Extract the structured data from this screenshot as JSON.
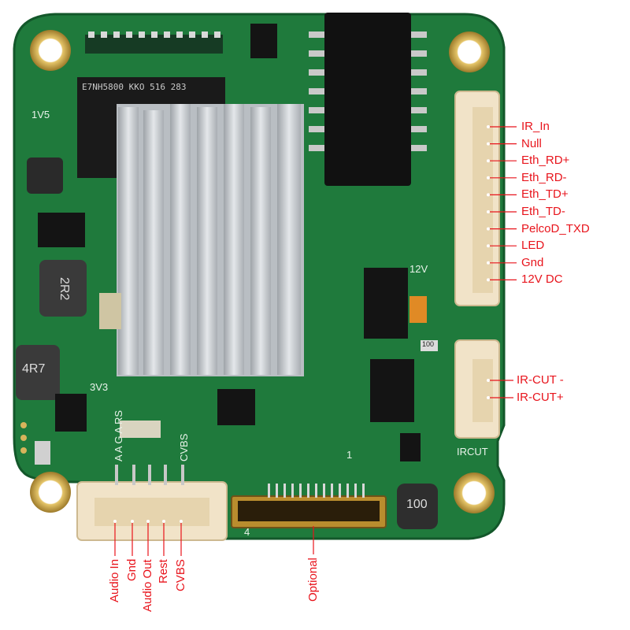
{
  "board": {
    "silkscreen": {
      "v1v5": "1V5",
      "v3v3": "3V3",
      "v12": "12V",
      "cvbs": "CVBS",
      "ircut": "IRCUT",
      "audio_pins": "A A G A RS",
      "pin_one": "1",
      "pin_four": "4"
    },
    "components": {
      "inductor_2r2": "2R2",
      "inductor_4r7": "4R7",
      "inductor_100": "100",
      "resistor_100": "100",
      "chip_marking": "E7NH5800 KKO 516 283"
    }
  },
  "right_pins": [
    "IR_In",
    "Null",
    "Eth_RD+",
    "Eth_RD-",
    "Eth_TD+",
    "Eth_TD-",
    "PelcoD_TXD",
    "LED",
    "Gnd",
    "12V DC"
  ],
  "ircut_pins": [
    "IR-CUT -",
    "IR-CUT+"
  ],
  "bottom_pins": [
    "Audio In",
    "Gnd",
    "Audio Out",
    "Rest",
    "CVBS"
  ],
  "optional_label": "Optional",
  "colors": {
    "board": "#1f7a3c",
    "label": "#e8141c",
    "heatsink": "#c8ccd0",
    "connector": "#f1e3c8",
    "gold": "#c9a34a"
  }
}
